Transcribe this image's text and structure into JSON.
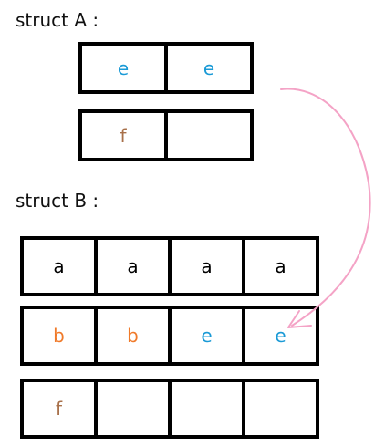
{
  "structA": {
    "title": "struct A :",
    "rows": [
      [
        "e",
        "e"
      ],
      [
        "f",
        ""
      ]
    ]
  },
  "structB": {
    "title": "struct B :",
    "rows": [
      [
        "a",
        "a",
        "a",
        "a"
      ],
      [
        "b",
        "b",
        "e",
        "e"
      ],
      [
        "f",
        "",
        "",
        ""
      ]
    ]
  },
  "colors": {
    "a": "#000000",
    "b": "#f07a2a",
    "e": "#1a9ad6",
    "f": "#a8704a",
    "arrow": "#f4a3c6"
  }
}
